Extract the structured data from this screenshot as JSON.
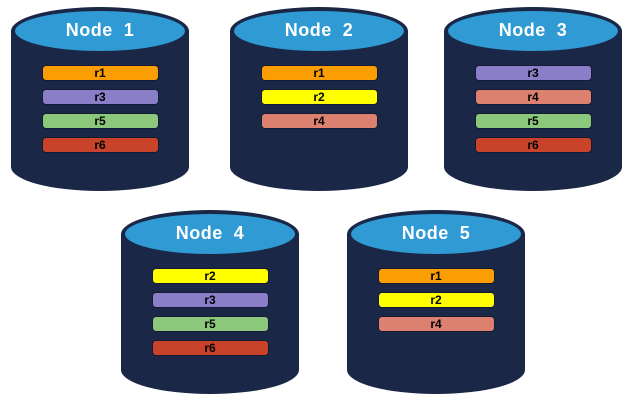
{
  "diagram": {
    "description": "Database nodes with replicated partitions"
  },
  "colors": {
    "canvas_bg": "#ffffff",
    "cylinder_body": "#1B2746",
    "cylinder_top": "#2F9AD3",
    "node_title_text": "#ffffff",
    "replica_text": "#000000",
    "replica_border": "#141c33",
    "r1": "#FB9E04",
    "r2": "#FFFF00",
    "r3": "#8B7EC8",
    "r4": "#DC8070",
    "r5": "#8CC87C",
    "r6": "#C8432A"
  },
  "nodes": [
    {
      "title": "Node  1",
      "replicas": [
        {
          "label": "r1",
          "color_key": "r1"
        },
        {
          "label": "r3",
          "color_key": "r3"
        },
        {
          "label": "r5",
          "color_key": "r5"
        },
        {
          "label": "r6",
          "color_key": "r6"
        }
      ]
    },
    {
      "title": "Node  2",
      "replicas": [
        {
          "label": "r1",
          "color_key": "r1"
        },
        {
          "label": "r2",
          "color_key": "r2"
        },
        {
          "label": "r4",
          "color_key": "r4"
        }
      ]
    },
    {
      "title": "Node  3",
      "replicas": [
        {
          "label": "r3",
          "color_key": "r3"
        },
        {
          "label": "r4",
          "color_key": "r4"
        },
        {
          "label": "r5",
          "color_key": "r5"
        },
        {
          "label": "r6",
          "color_key": "r6"
        }
      ]
    },
    {
      "title": "Node  4",
      "replicas": [
        {
          "label": "r2",
          "color_key": "r2"
        },
        {
          "label": "r3",
          "color_key": "r3"
        },
        {
          "label": "r5",
          "color_key": "r5"
        },
        {
          "label": "r6",
          "color_key": "r6"
        }
      ]
    },
    {
      "title": "Node  5",
      "replicas": [
        {
          "label": "r1",
          "color_key": "r1"
        },
        {
          "label": "r2",
          "color_key": "r2"
        },
        {
          "label": "r4",
          "color_key": "r4"
        }
      ]
    }
  ]
}
